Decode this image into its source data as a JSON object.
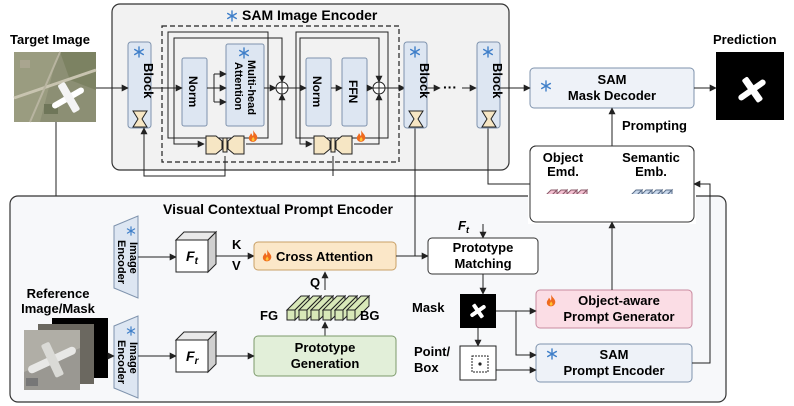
{
  "colors": {
    "sam_panel": "#f2f2f2",
    "vcpe_panel": "#f7f8fa",
    "block_fill": "#dde6f2",
    "block_stroke": "#7f93ad",
    "cross_attention_fill": "#fbe7c8",
    "cross_attention_stroke": "#c9a066",
    "prototype_generation_fill": "#e2efd9",
    "prototype_generation_stroke": "#7c9a6b",
    "object_aware_fill": "#fbdde5",
    "object_aware_stroke": "#c98aa0",
    "object_emd_fill": "#f4c1d2",
    "semantic_emb_fill": "#c8d7ea",
    "fg_bg_fill": "#d8e8b8",
    "adapter_fill": "#f6e6c4"
  },
  "icons": [
    "snowflake-icon",
    "fire-icon"
  ],
  "sam_encoder": {
    "title": "SAM Image Encoder",
    "block_label": "Block",
    "norm1": "Norm",
    "mha_line1": "Multi-head",
    "mha_line2": "Attention",
    "norm2": "Norm",
    "ffn": "FFN",
    "ellipsis": "···"
  },
  "target_image": {
    "label": "Target Image"
  },
  "prediction": {
    "label": "Prediction"
  },
  "mask_decoder": {
    "line1": "SAM",
    "line2": "Mask Decoder"
  },
  "prompting_label": "Prompting",
  "embeddings": {
    "object_line1": "Object",
    "object_line2": "Emd.",
    "semantic_line1": "Semantic",
    "semantic_line2": "Emb."
  },
  "vcpe": {
    "title": "Visual Contextual Prompt Encoder",
    "image_encoder_line1": "Image",
    "image_encoder_line2": "Encoder",
    "ft_main": "F",
    "ft_sub": "t",
    "fr_main": "F",
    "fr_sub": "r",
    "k_label": "K",
    "v_label": "V",
    "q_label": "Q",
    "cross_attention": "Cross Attention",
    "prototype_matching_line1": "Prototype",
    "prototype_matching_line2": "Matching",
    "fg": "FG",
    "bg": "BG",
    "prototype_generation_line1": "Prototype",
    "prototype_generation_line2": "Generation",
    "mask_label": "Mask",
    "point_line1": "Point/",
    "point_line2": "Box",
    "object_aware_line1": "Object-aware",
    "object_aware_line2": "Prompt Generator",
    "prompt_encoder_line1": "SAM",
    "prompt_encoder_line2": "Prompt Encoder"
  },
  "reference": {
    "line1": "Reference",
    "line2": "Image/Mask"
  }
}
